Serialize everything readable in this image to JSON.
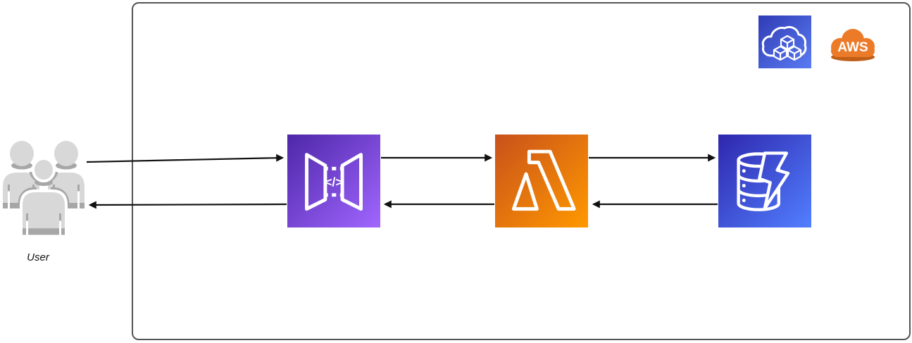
{
  "diagram": {
    "actor": {
      "label": "User"
    },
    "aws_logo": {
      "text": "AWS",
      "cloud_color": "#EC7B29",
      "shadow_color": "#C05F18",
      "text_color": "#FFFFFF"
    },
    "cloud_badge": {
      "icon": "aws-cloud-icon",
      "gradient_from": "#2F3CB5",
      "gradient_to": "#5B7BF2"
    },
    "nodes": [
      {
        "id": "api-gateway",
        "icon": "api-gateway-icon",
        "glyph": "</>",
        "gradient_from": "#4D27A8",
        "gradient_to": "#A166FF"
      },
      {
        "id": "lambda",
        "icon": "lambda-icon",
        "gradient_from": "#C8511B",
        "gradient_to": "#FF9900"
      },
      {
        "id": "dynamodb",
        "icon": "dynamodb-icon",
        "gradient_from": "#2E27AD",
        "gradient_to": "#527FFF"
      }
    ],
    "edges": [
      {
        "from": "user",
        "to": "api-gateway",
        "direction": "right"
      },
      {
        "from": "api-gateway",
        "to": "user",
        "direction": "left"
      },
      {
        "from": "api-gateway",
        "to": "lambda",
        "direction": "right"
      },
      {
        "from": "lambda",
        "to": "api-gateway",
        "direction": "left"
      },
      {
        "from": "lambda",
        "to": "dynamodb",
        "direction": "right"
      },
      {
        "from": "dynamodb",
        "to": "lambda",
        "direction": "left"
      }
    ],
    "edge_color": "#111111",
    "boundary_color": "#545454",
    "user_icon_colors": {
      "body": "#D8D8D8",
      "shadow": "#A7A7A7"
    }
  }
}
